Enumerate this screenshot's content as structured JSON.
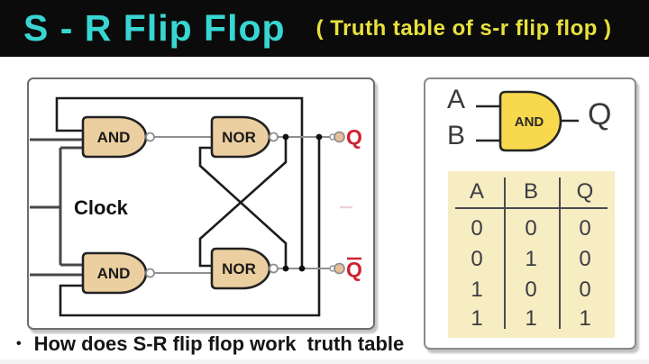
{
  "header": {
    "title": "S - R Flip Flop",
    "subtitle": "( Truth table of s-r flip flop )",
    "title_color": "#38d6d2",
    "subtitle_color": "#e8e13d"
  },
  "circuit": {
    "gates": {
      "and_top": "AND",
      "and_bottom": "AND",
      "nor_top": "NOR",
      "nor_bottom": "NOR"
    },
    "clock_label": "Clock",
    "output_q": "Q",
    "output_qbar": "Q",
    "gate_fill": "#eccfa0",
    "output_label_color": "#ce2431"
  },
  "and_demo": {
    "input_a": "A",
    "input_b": "B",
    "gate_label": "AND",
    "output": "Q",
    "gate_fill": "#f8d84d"
  },
  "truth_table": {
    "headers": [
      "A",
      "B",
      "Q"
    ],
    "rows": [
      [
        "0",
        "0",
        "0"
      ],
      [
        "0",
        "1",
        "0"
      ],
      [
        "1",
        "0",
        "0"
      ],
      [
        "1",
        "1",
        "1"
      ]
    ],
    "bg": "#f7edc2"
  },
  "caption": {
    "bullet": "•",
    "text": "How does S-R flip flop work  truth table"
  }
}
